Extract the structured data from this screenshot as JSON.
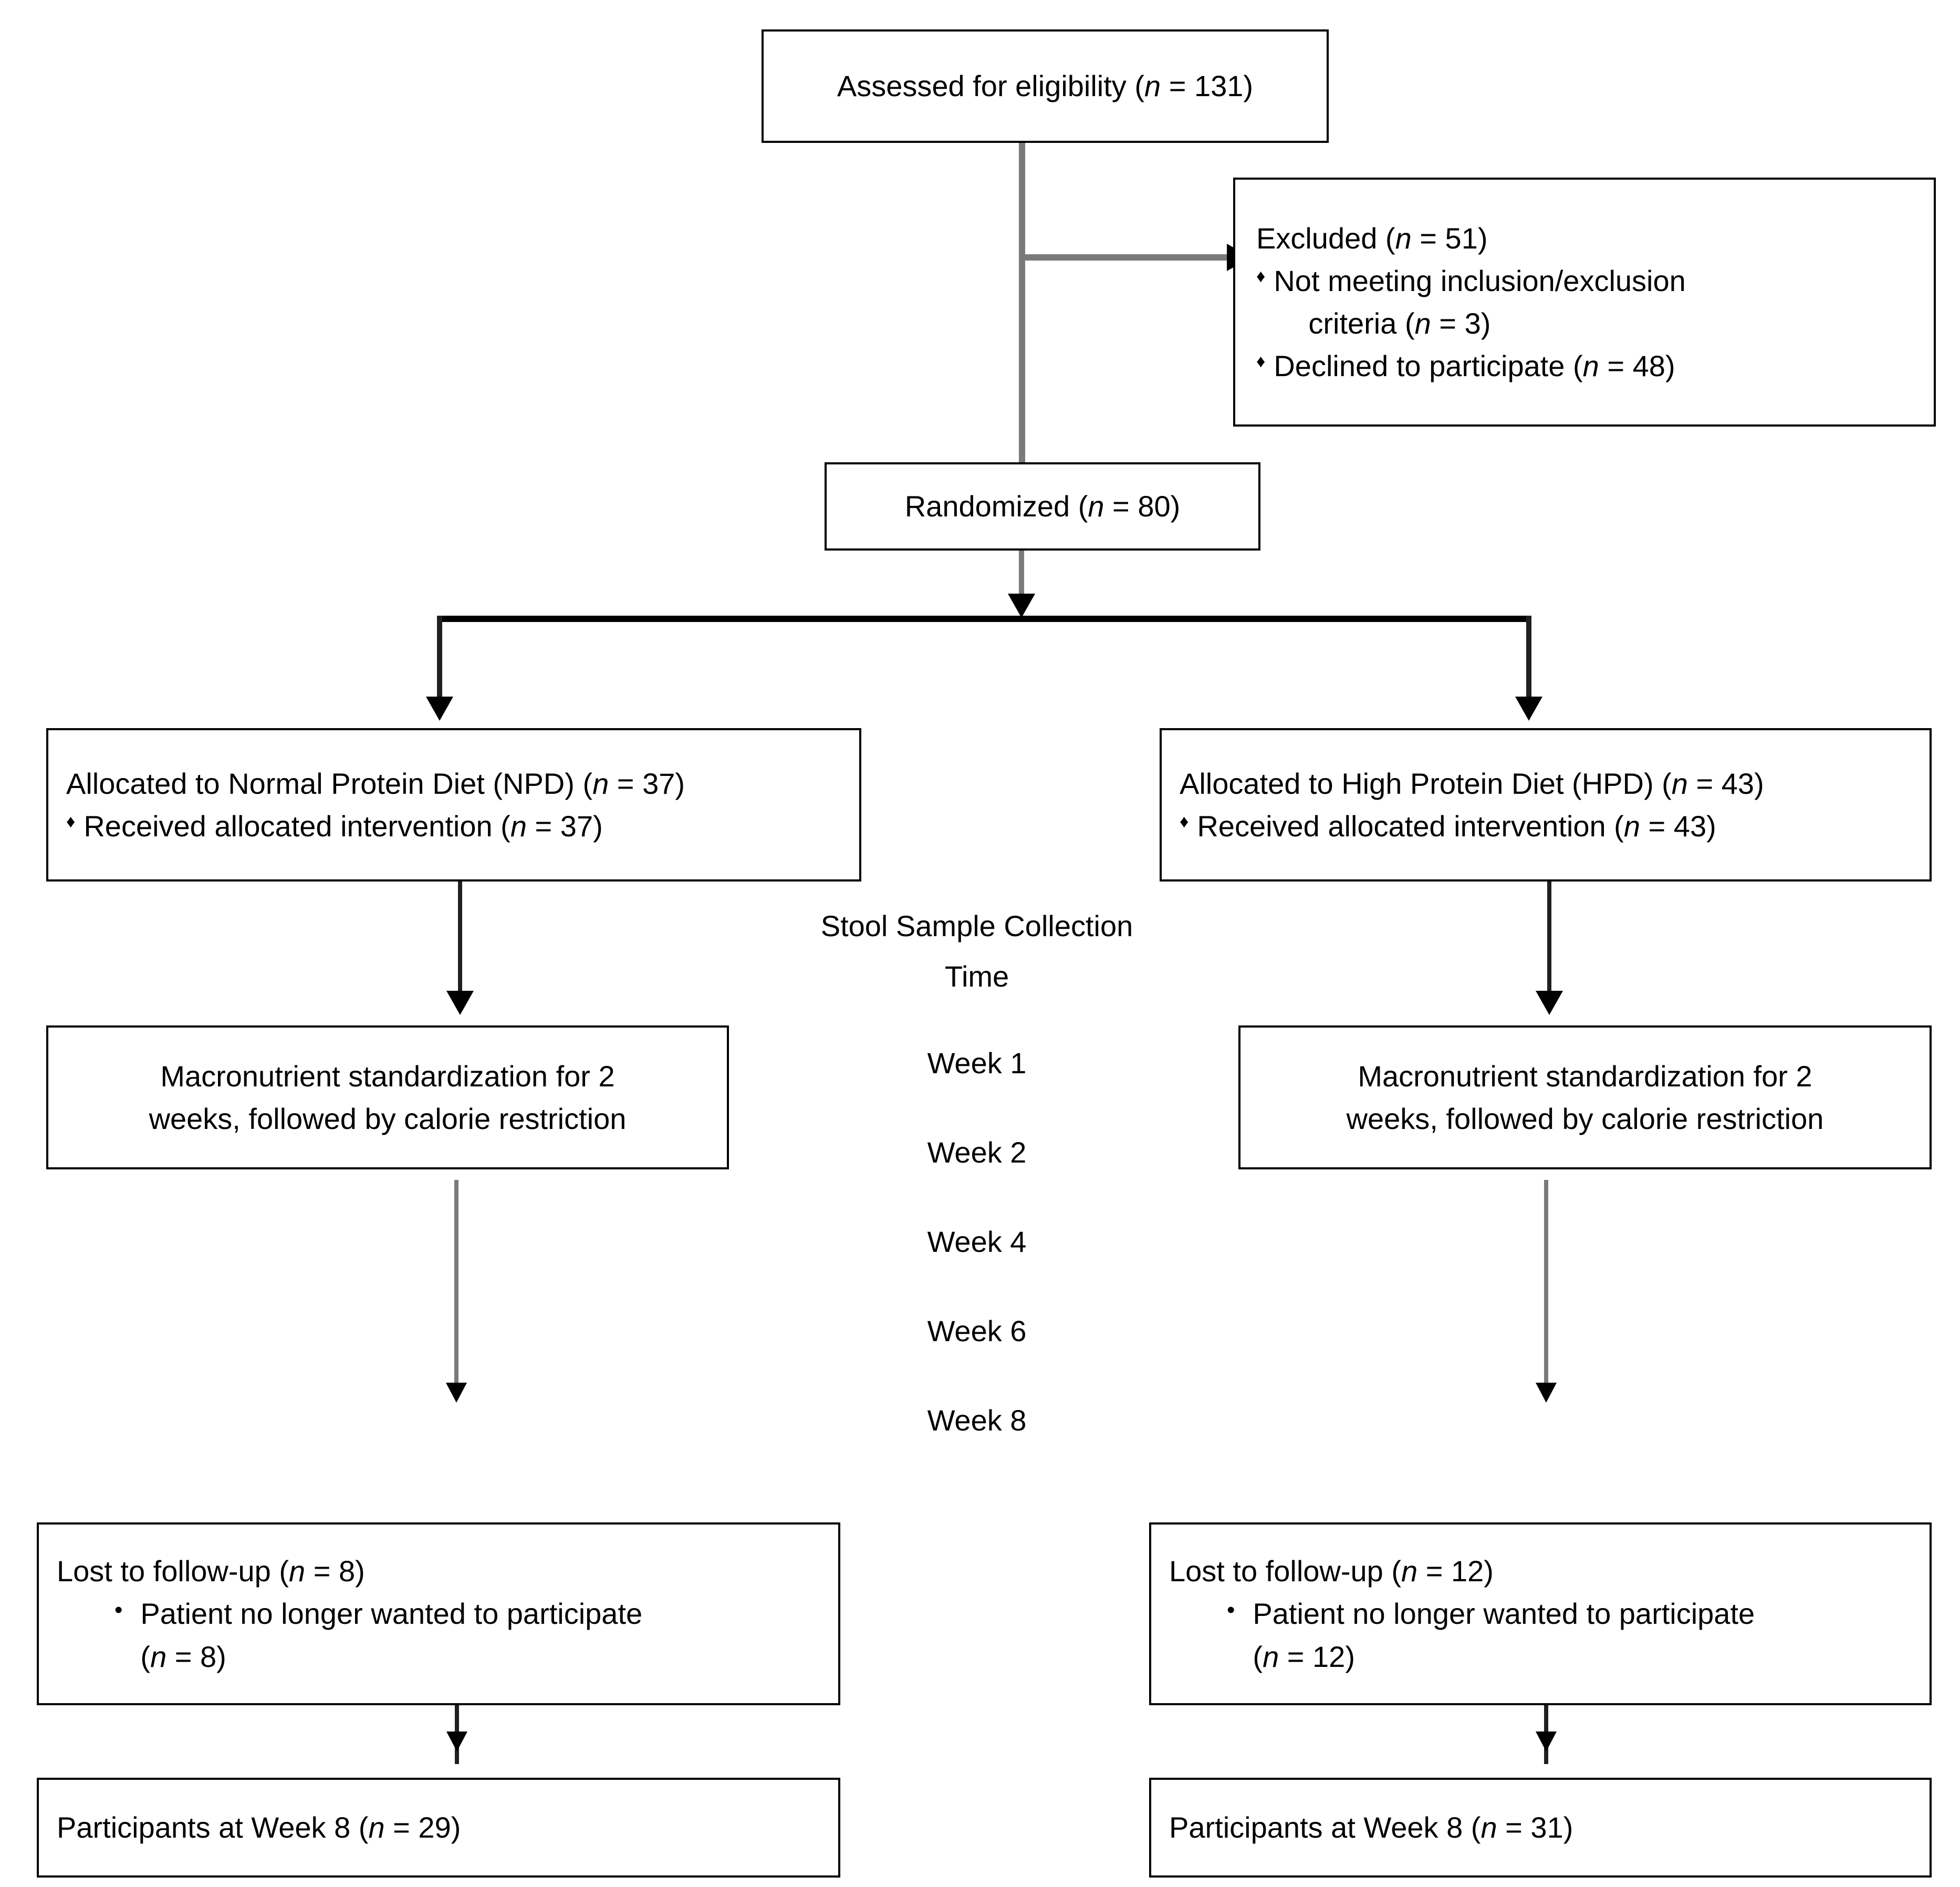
{
  "diagram": {
    "title": "CONSORT participant flow diagram",
    "colors": {
      "box_border": "#000000",
      "connector": "#7a7a7a",
      "arrowhead": "#000000",
      "background": "#ffffff",
      "text": "#000000"
    },
    "bullets": {
      "diamond": "♦",
      "round": "•"
    },
    "enrollment": {
      "assessed": {
        "label": "Assessed for eligibility (",
        "n_italic": "n",
        "n_value": " = 131)",
        "full": "Assessed for eligibility (n = 131)"
      },
      "excluded": {
        "heading_pre": "Excluded (",
        "heading_n": "n",
        "heading_post": " = 51)",
        "items": [
          {
            "line1": "Not meeting inclusion/exclusion",
            "line2_pre": "criteria (",
            "line2_n": "n",
            "line2_post": " = 3)"
          },
          {
            "line1_pre": "Declined to participate (",
            "line1_n": "n",
            "line1_post": " = 48)"
          }
        ]
      },
      "randomized": {
        "pre": "Randomized (",
        "n": "n",
        "post": " = 80)",
        "full": "Randomized (n = 80)"
      }
    },
    "arms": {
      "left": {
        "allocation": {
          "heading_pre": "Allocated to Normal Protein Diet (NPD) (",
          "heading_n": "n",
          "heading_post": " = 37)",
          "bullet_pre": "Received allocated intervention (",
          "bullet_n": "n",
          "bullet_post": " = 37)"
        },
        "intervention": {
          "line1": "Macronutrient standardization for 2",
          "line2": "weeks, followed by calorie restriction"
        },
        "lost": {
          "heading_pre": "Lost to follow-up (",
          "heading_n": "n",
          "heading_post": " = 8)",
          "bullet_line1": "Patient no longer wanted to participate",
          "bullet_line2_pre": "(",
          "bullet_line2_n": "n",
          "bullet_line2_post": " = 8)"
        },
        "final": {
          "pre": "Participants at Week 8 (",
          "n": "n",
          "post": " = 29)"
        }
      },
      "right": {
        "allocation": {
          "heading_pre": "Allocated to High Protein Diet (HPD) (",
          "heading_n": "n",
          "heading_post": " = 43)",
          "bullet_pre": "Received allocated intervention (",
          "bullet_n": "n",
          "bullet_post": " = 43)"
        },
        "intervention": {
          "line1": "Macronutrient standardization for 2",
          "line2": "weeks, followed by calorie restriction"
        },
        "lost": {
          "heading_pre": "Lost to follow-up (",
          "heading_n": "n",
          "heading_post": " = 12)",
          "bullet_line1": "Patient no longer wanted to participate",
          "bullet_line2_pre": "(",
          "bullet_line2_n": "n",
          "bullet_line2_post": " = 12)"
        },
        "final": {
          "pre": "Participants at Week 8 (",
          "n": "n",
          "post": " = 31)"
        }
      }
    },
    "center_column": {
      "heading_line1": "Stool Sample Collection",
      "heading_line2": "Time",
      "timepoints": [
        "Week 1",
        "Week 2",
        "Week 4",
        "Week 6",
        "Week 8"
      ]
    }
  }
}
